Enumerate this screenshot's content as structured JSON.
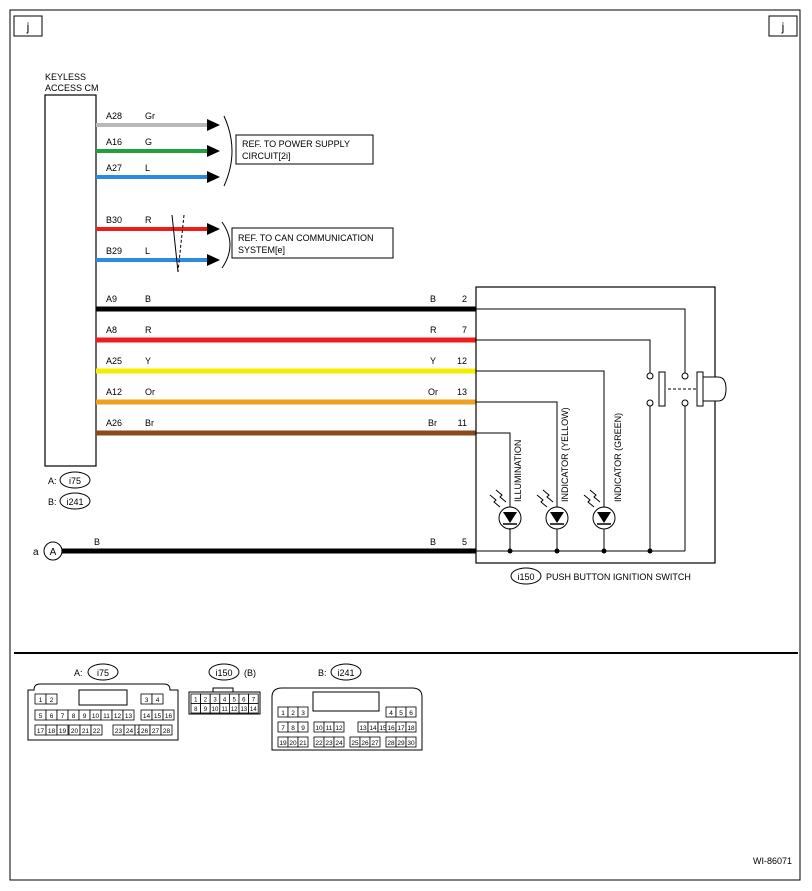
{
  "page_tab_left": "j",
  "page_tab_right": "j",
  "control_module": {
    "name_line1": "KEYLESS",
    "name_line2": "ACCESS CM"
  },
  "connector_legend": [
    {
      "prefix": "A:",
      "connector": "i75"
    },
    {
      "prefix": "B:",
      "connector": "i241"
    }
  ],
  "wires_power": [
    {
      "pin": "A28",
      "color_code": "Gr",
      "color": "#b8b8b8"
    },
    {
      "pin": "A16",
      "color_code": "G",
      "color": "#20a040"
    },
    {
      "pin": "A27",
      "color_code": "L",
      "color": "#2a8ce0"
    }
  ],
  "wires_can": [
    {
      "pin": "B30",
      "color_code": "R",
      "color": "#ee1c1c"
    },
    {
      "pin": "B29",
      "color_code": "L",
      "color": "#2a8ce0"
    }
  ],
  "ref_power": {
    "line1": "REF. TO POWER SUPPLY",
    "line2": "CIRCUIT[2i]"
  },
  "ref_can": {
    "line1": "REF. TO CAN COMMUNICATION",
    "line2": "SYSTEM[e]"
  },
  "wires_switch": [
    {
      "pin": "A9",
      "color_code": "B",
      "switch_pin": "2",
      "color": "#000000"
    },
    {
      "pin": "A8",
      "color_code": "R",
      "switch_pin": "7",
      "color": "#ee1c1c"
    },
    {
      "pin": "A25",
      "color_code": "Y",
      "switch_pin": "12",
      "color": "#f5ec00"
    },
    {
      "pin": "A12",
      "color_code": "Or",
      "switch_pin": "13",
      "color": "#f0a020"
    },
    {
      "pin": "A26",
      "color_code": "Br",
      "switch_pin": "11",
      "color": "#8a4a1e"
    }
  ],
  "ground_wire": {
    "point_prefix": "a",
    "point": "A",
    "color_code_left": "B",
    "color_code_right": "B",
    "switch_pin": "5"
  },
  "leds": [
    {
      "label": "ILLUMINATION"
    },
    {
      "label": "INDICATOR (YELLOW)"
    },
    {
      "label": "INDICATOR (GREEN)"
    }
  ],
  "switch": {
    "connector": "i150",
    "name": "PUSH BUTTON IGNITION SWITCH"
  },
  "connectors": {
    "a": {
      "prefix": "A:",
      "name": "i75",
      "rows": [
        [
          [
            "1",
            "2"
          ],
          [
            "3",
            "4"
          ]
        ],
        [
          [
            "5",
            "6",
            "7",
            "8",
            "9",
            "10",
            "11",
            "12",
            "13"
          ],
          [
            "14",
            "15",
            "16"
          ]
        ],
        [
          [
            "17",
            "18",
            "19"
          ],
          [
            "20",
            "21",
            "22"
          ],
          [
            "23",
            "24",
            "25"
          ],
          [
            "26",
            "27",
            "28"
          ]
        ]
      ]
    },
    "b": {
      "name": "i150",
      "suffix": "(B)",
      "rows": [
        [
          "1",
          "2",
          "3",
          "4",
          "5",
          "6",
          "7"
        ],
        [
          "8",
          "9",
          "10",
          "11",
          "12",
          "13",
          "14"
        ]
      ]
    },
    "c": {
      "prefix": "B:",
      "name": "i241",
      "rows": [
        [
          [
            "1",
            "2",
            "3"
          ],
          [
            "4",
            "5",
            "6"
          ]
        ],
        [
          [
            "7",
            "8",
            "9"
          ],
          [
            "10",
            "11",
            "12"
          ],
          [
            "13",
            "14",
            "15"
          ],
          [
            "16",
            "17",
            "18"
          ]
        ],
        [
          [
            "19",
            "20",
            "21"
          ],
          [
            "22",
            "23",
            "24"
          ],
          [
            "25",
            "26",
            "27"
          ],
          [
            "28",
            "29",
            "30"
          ]
        ]
      ]
    }
  },
  "figure_id": "WI-86071"
}
